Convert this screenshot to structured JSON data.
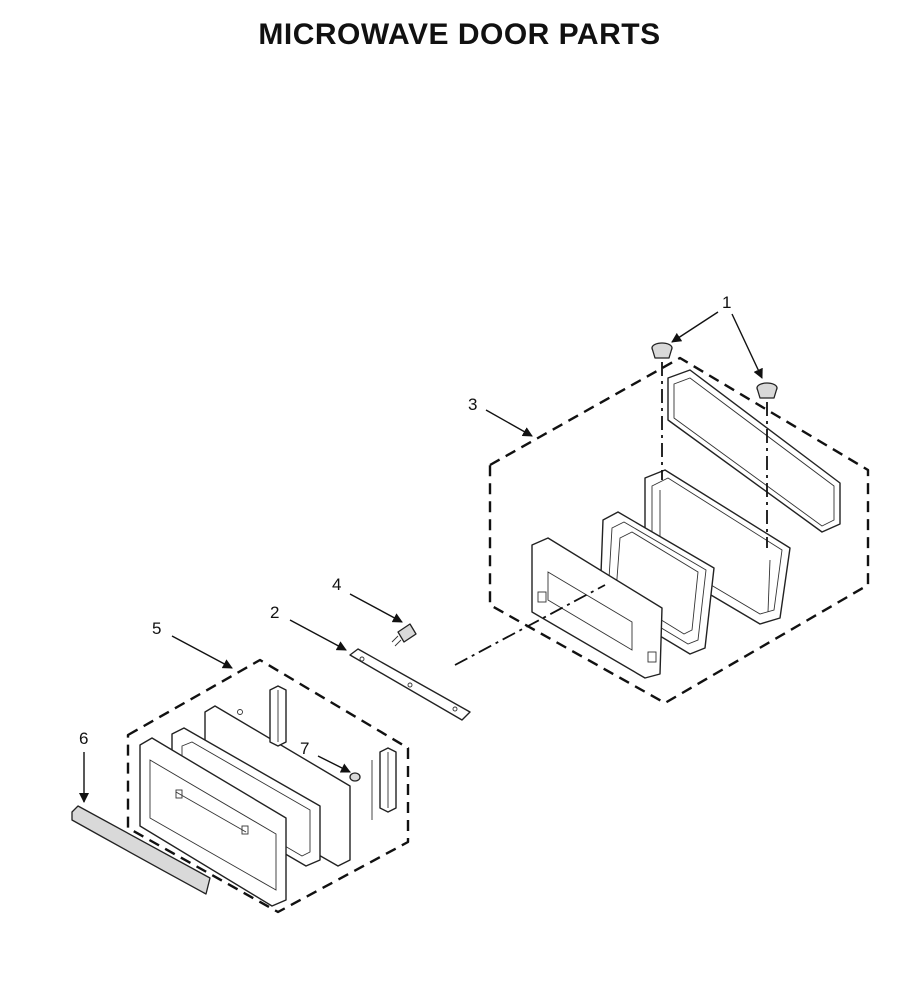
{
  "title": "MICROWAVE DOOR PARTS",
  "callouts": {
    "c1": "1",
    "c2": "2",
    "c3": "3",
    "c4": "4",
    "c5": "5",
    "c6": "6",
    "c7": "7"
  },
  "colors": {
    "line": "#111111",
    "part_fill": "#ffffff",
    "part_shade": "#d9d9d9"
  }
}
